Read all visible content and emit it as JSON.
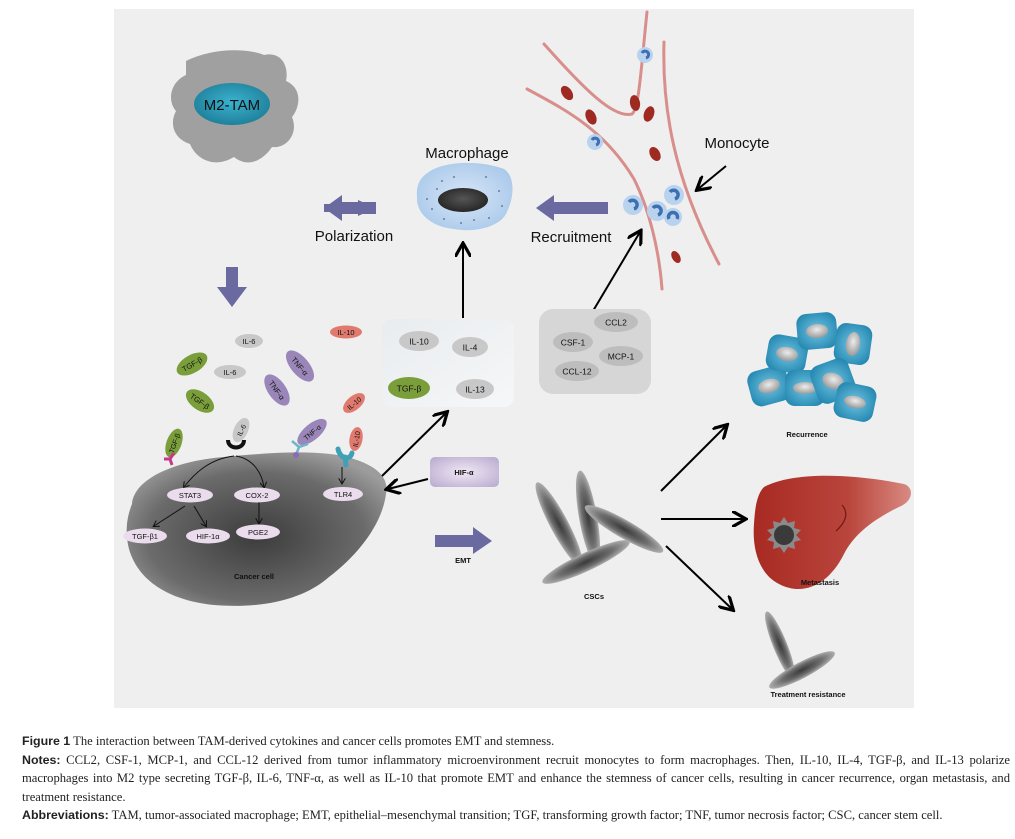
{
  "figure": {
    "labels": {
      "m2_tam": "M2-TAM",
      "macrophage": "Macrophage",
      "monocyte": "Monocyte",
      "polarization": "Polarization",
      "recruitment": "Recruitment",
      "cancer_cell": "Cancer cell",
      "emt": "EMT",
      "cscs": "CSCs",
      "recurrence": "Recurrence",
      "metastasis": "Metastasis",
      "treatment_resistance": "Treatment resistance",
      "hif_box": "HIF-α"
    },
    "secreted_cytokines": [
      {
        "label": "IL-6",
        "color": "#c8c8c8"
      },
      {
        "label": "IL-10",
        "color": "#e07a6e"
      },
      {
        "label": "TGF-β",
        "color": "#7a9e3a"
      },
      {
        "label": "IL-6",
        "color": "#c8c8c8"
      },
      {
        "label": "TNF-α",
        "color": "#9a86b8"
      },
      {
        "label": "TNF-α",
        "color": "#9a86b8"
      },
      {
        "label": "TGF-β",
        "color": "#7a9e3a"
      },
      {
        "label": "IL-10",
        "color": "#e07a6e"
      }
    ],
    "bound_cytokines": [
      {
        "label": "TGF-β",
        "color": "#7a9e3a"
      },
      {
        "label": "IL-6",
        "color": "#c8c8c8"
      },
      {
        "label": "TNF-α",
        "color": "#9a86b8"
      },
      {
        "label": "IL-10",
        "color": "#e07a6e"
      }
    ],
    "polarizing_box": [
      "IL-10",
      "IL-4",
      "TGF-β",
      "IL-13"
    ],
    "recruiting_box": [
      "CCL2",
      "CSF-1",
      "MCP-1",
      "CCL-12"
    ],
    "intracellular": {
      "stat3": "STAT3",
      "cox2": "COX-2",
      "tgfb1": "TGF-β1",
      "hif1a": "HIF-1α",
      "pge2": "PGE2",
      "tlr4": "TLR4"
    },
    "colors": {
      "panel_bg": "#efefef",
      "arrow_block": "#6b6aa0",
      "vessel": "#d88f8b",
      "rbc": "#9e2a22",
      "monocyte": "#3f6fb3",
      "tgf": "#7a9e3a",
      "tnf": "#9a86b8",
      "il10": "#e07a6e",
      "il6": "#c8c8c8",
      "node_fill": "#eadcec",
      "liver": "#b5352d",
      "recurrence_cell": "#3a9fc6"
    }
  },
  "caption": {
    "title_label": "Figure 1",
    "title_text": " The interaction between TAM-derived cytokines and cancer cells promotes EMT and stemness.",
    "notes_label": "Notes:",
    "notes_text": " CCL2, CSF-1, MCP-1, and CCL-12 derived from tumor inflammatory microenvironment recruit monocytes to form macrophages. Then, IL-10, IL-4, TGF-β, and IL-13 polarize macrophages into M2 type secreting TGF-β, IL-6, TNF-α, as well as IL-10 that promote EMT and enhance the stemness of cancer cells, resulting in cancer recurrence, organ metastasis, and treatment resistance.",
    "abbrev_label": "Abbreviations:",
    "abbrev_text": " TAM, tumor-associated macrophage; EMT, epithelial–mesenchymal transition; TGF, transforming growth factor; TNF, tumor necrosis factor; CSC, cancer stem cell."
  }
}
